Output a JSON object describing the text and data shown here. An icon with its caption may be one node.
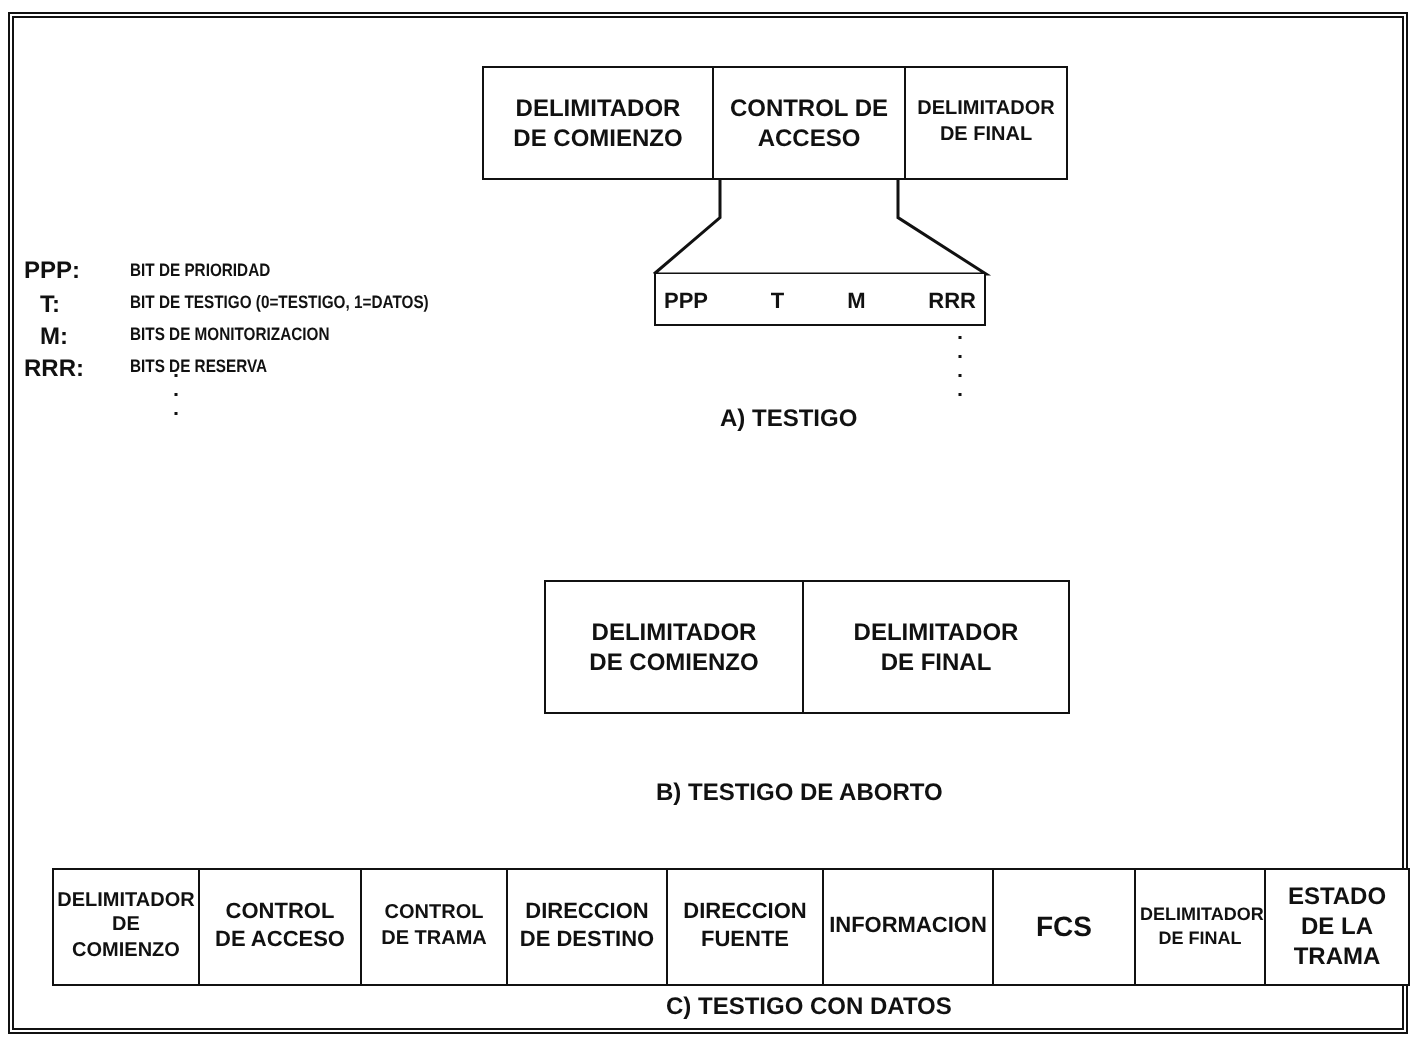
{
  "diagram": {
    "nodes": [
      {
        "text": [
          "DELIMITADOR DE COMIENZO"
        ]
      },
      {
        "text": [
          "CONTROL DE ACCESO"
        ]
      },
      {
        "text": [
          "DELIMITADOR DE FINAL"
        ]
      },
      {
        "text": [
          "PPP",
          "T",
          "M",
          "RRR"
        ]
      },
      {
        "text": [
          "DELIMITADOR DE COMIENZO"
        ]
      },
      {
        "text": [
          "DELIMITADOR DE FINAL"
        ]
      },
      {
        "text": [
          "DELIMITADOR DE COMIENZO"
        ]
      },
      {
        "text": [
          "CONTROL DE ACCESO"
        ]
      },
      {
        "text": [
          "CONTROL DE TRAMA"
        ]
      },
      {
        "text": [
          "DIRECCION DE DESTINO"
        ]
      },
      {
        "text": [
          "DIRECCION FUENTE"
        ]
      },
      {
        "text": [
          "INFORMACION"
        ]
      },
      {
        "text": [
          "FCS"
        ]
      },
      {
        "text": [
          "DELIMITADOR DE FINAL"
        ]
      },
      {
        "text": [
          "ESTADO DE LA TRAMA"
        ]
      }
    ],
    "edges": [
      {
        "from": 1,
        "to": 3,
        "arrow": "none"
      }
    ],
    "labels": [
      "PPP:",
      "BIT DE PRIORIDAD",
      "T:",
      "BIT DE TESTIGO (0=TESTIGO, 1=DATOS)",
      "M:",
      "BITS DE MONITORIZACION",
      "RRR:",
      "BITS DE RESERVA",
      "A) TESTIGO",
      "B) TESTIGO DE ABORTO",
      "C) TESTIGO CON DATOS"
    ]
  }
}
